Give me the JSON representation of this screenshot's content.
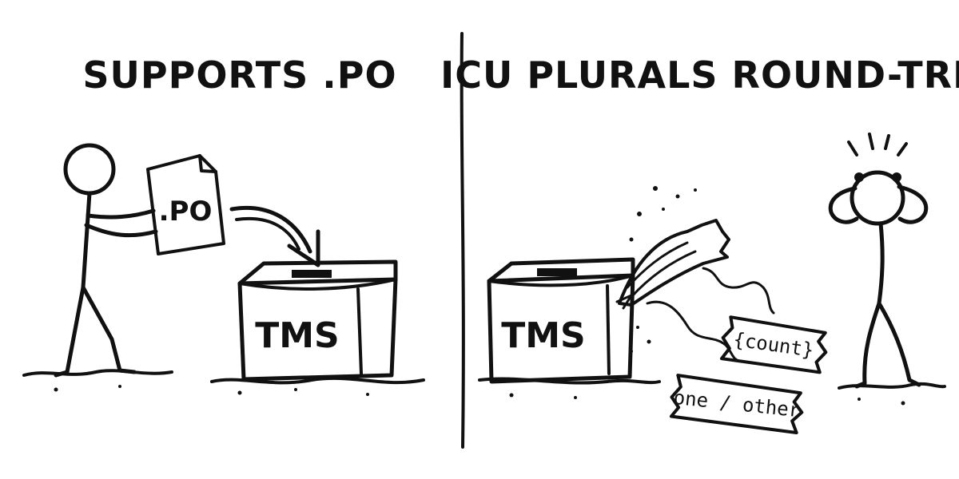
{
  "panels": {
    "left": {
      "title": "SUPPORTS .PO",
      "document_label": ".PO",
      "box_label": "TMS"
    },
    "right": {
      "title": "ICU PLURALS ROUND-TRIP",
      "box_label": "TMS",
      "tag_count": "{count}",
      "tag_plural": "one / other"
    }
  },
  "colors": {
    "ink": "#111111",
    "paper": "#ffffff"
  }
}
